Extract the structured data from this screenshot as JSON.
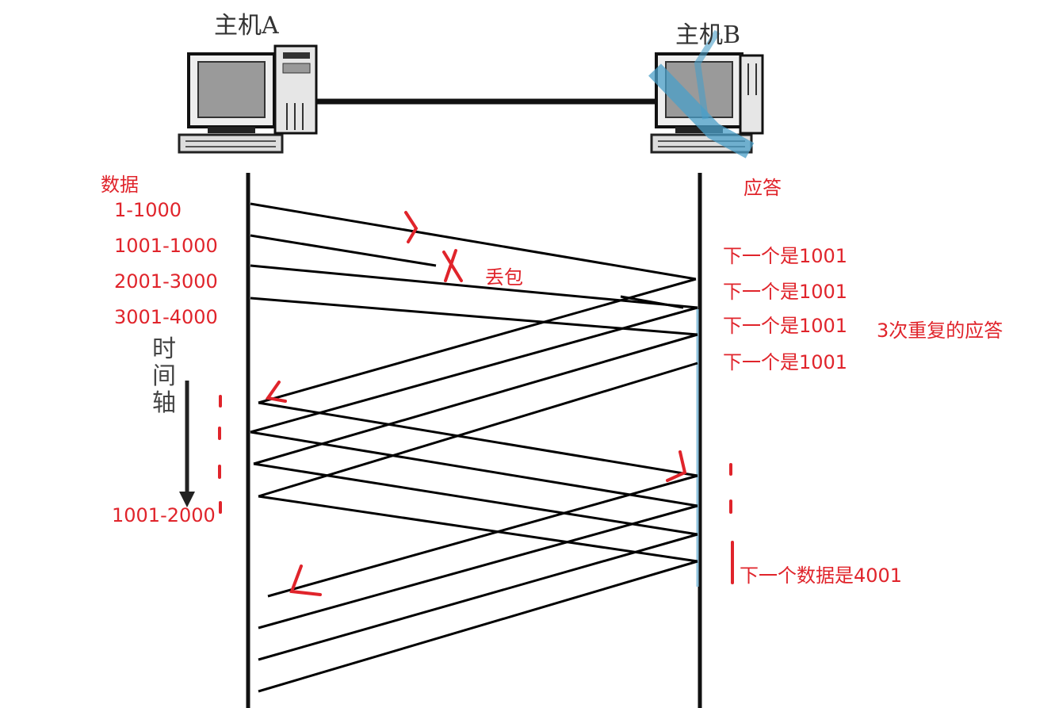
{
  "hosts": {
    "a_title": "主机A",
    "b_title": "主机B"
  },
  "left": {
    "heading": "数据",
    "segments": [
      "1-1000",
      "1001-1000",
      "2001-3000",
      "3001-4000"
    ],
    "retransmit": "1001-2000"
  },
  "right": {
    "heading": "应答",
    "acks": [
      "下一个是1001",
      "下一个是1001",
      "下一个是1001",
      "下一个是1001"
    ],
    "final_ack": "下一个数据是4001"
  },
  "annotations": {
    "loss": "丢包",
    "duplicate": "3次重复的应答"
  },
  "time_axis": [
    "时",
    "间",
    "轴"
  ],
  "colors": {
    "annotation": "#e0242b",
    "line": "#000000",
    "highlight": "#4a9fc8"
  }
}
